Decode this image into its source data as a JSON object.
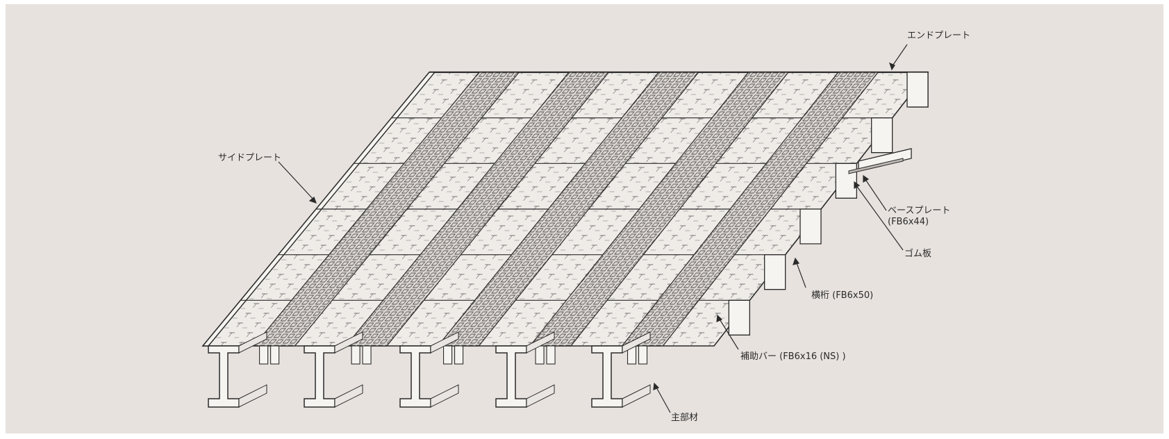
{
  "diagram": {
    "labels": {
      "end_plate": "エンドプレート",
      "side_plate": "サイドプレート",
      "base_plate": "ベースプレート",
      "base_plate_spec": "(FB6x44)",
      "rubber_plate": "ゴム板",
      "cross_beam": "横桁 (FB6x50)",
      "reinforcing_bar": "補助バー (FB6x16 (NS) )",
      "main_member": "主部材"
    }
  },
  "colors": {
    "panel_background": "#e7e2de",
    "line": "#2a2a2a",
    "deck_surface": "#efece8",
    "steel_face": "#f6f4f1"
  }
}
